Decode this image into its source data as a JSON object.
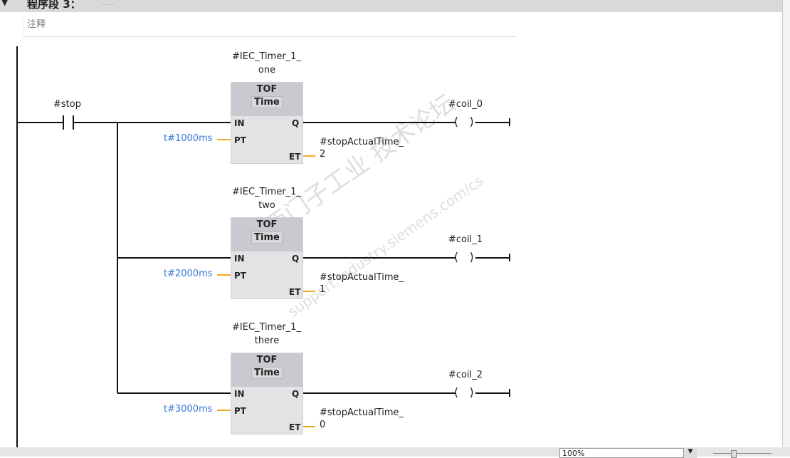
{
  "network": {
    "title": "程序段 3：",
    "dots": ".....",
    "comment": "注释"
  },
  "contact": {
    "label": "#stop"
  },
  "timers": [
    {
      "instance_line1": "#IEC_Timer_1_",
      "instance_line2": "one",
      "type": "TOF",
      "subtype": "Time",
      "pt": "t#1000ms",
      "et_line1": "#stopActualTime_",
      "et_line2": "2",
      "coil": "#coil_0"
    },
    {
      "instance_line1": "#IEC_Timer_1_",
      "instance_line2": "two",
      "type": "TOF",
      "subtype": "Time",
      "pt": "t#2000ms",
      "et_line1": "#stopActualTime_",
      "et_line2": "1",
      "coil": "#coil_1"
    },
    {
      "instance_line1": "#IEC_Timer_1_",
      "instance_line2": "there",
      "type": "TOF",
      "subtype": "Time",
      "pt": "t#3000ms",
      "et_line1": "#stopActualTime_",
      "et_line2": "0",
      "coil": "#coil_2"
    }
  ],
  "pins": {
    "in": "IN",
    "pt": "PT",
    "q": "Q",
    "et": "ET"
  },
  "watermark": {
    "line1": "西门子工业  技术论坛",
    "line2": "support.industry.siemens.com/cs"
  },
  "statusbar": {
    "zoom": "100%"
  }
}
